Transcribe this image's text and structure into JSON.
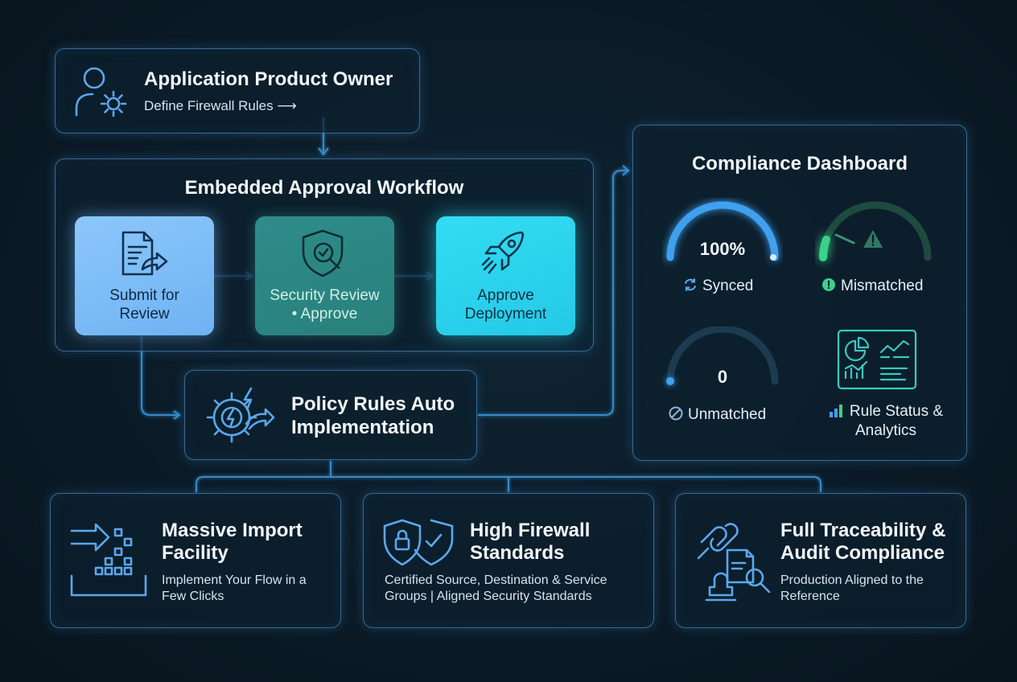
{
  "owner": {
    "title": "Application Product Owner",
    "subtitle": "Define Firewall Rules ⟶",
    "icon": "user-gear-icon"
  },
  "workflow": {
    "title": "Embedded Approval Workflow",
    "steps": [
      {
        "label_line1": "Submit for",
        "label_line2": "Review",
        "icon": "document-submit-icon"
      },
      {
        "label_line1": "Security Review",
        "label_line2": "• Approve",
        "icon": "shield-search-icon"
      },
      {
        "label_line1": "Approve",
        "label_line2": "Deployment",
        "icon": "rocket-icon"
      }
    ]
  },
  "policy": {
    "title_line1": "Policy Rules Auto",
    "title_line2": "Implementation",
    "icon": "gear-lightning-icon"
  },
  "compliance": {
    "title": "Compliance Dashboard",
    "gauges": [
      {
        "value": "100%",
        "label": "Synced",
        "level": 1.0,
        "color": "#3fa0f0",
        "icon": "sync-icon"
      },
      {
        "value": "",
        "label": "Mismatched",
        "level": 0.1,
        "color": "#3ad28a",
        "icon": "alert-circle-icon"
      },
      {
        "value": "0",
        "label": "Unmatched",
        "level": 0.0,
        "color": "#3fa0f0",
        "icon": "cancel-circle-icon"
      }
    ],
    "analytics": {
      "label_line1": "Rule Status &",
      "label_line2": "Analytics",
      "icon": "analytics-dashboard-icon"
    }
  },
  "cards": [
    {
      "title_line1": "Massive Import",
      "title_line2": "Facility",
      "sub_line1": "Implement Your Flow in a",
      "sub_line2": "Few Clicks",
      "icon": "import-icon"
    },
    {
      "title_line1": "High Firewall",
      "title_line2": "Standards",
      "sub_line1": "Certified Source, Destination & Service",
      "sub_line2": "Groups | Aligned Security Standards",
      "icon": "double-shield-icon"
    },
    {
      "title_line1": "Full Traceability &",
      "title_line2": "Audit Compliance",
      "sub_line1": "Production Aligned to the",
      "sub_line2": "Reference",
      "icon": "chain-document-stamp-icon"
    }
  ],
  "colors": {
    "accent_blue": "#3fa0f0",
    "accent_cyan": "#2ad6f0",
    "accent_green": "#3ad28a",
    "warning": "#2f6b55",
    "background": "#0b1b27"
  }
}
